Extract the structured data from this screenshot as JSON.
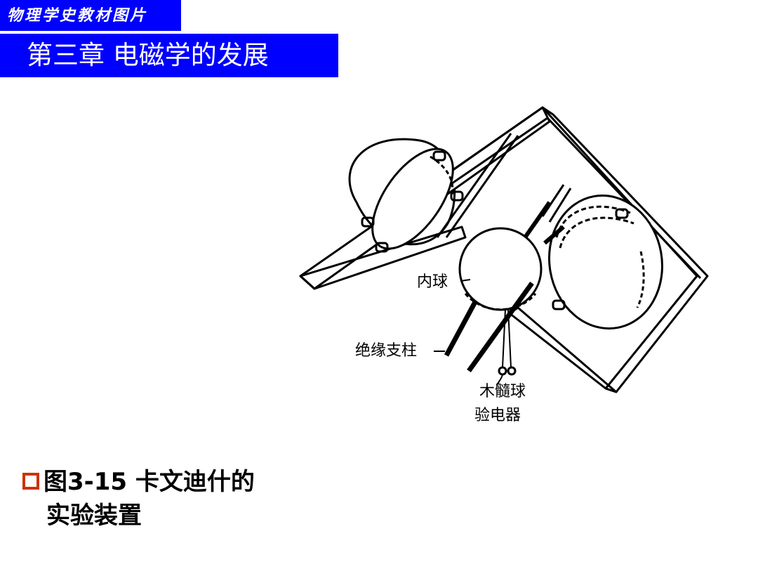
{
  "header": {
    "series_tag": "物理学史教材图片",
    "chapter_title": "第三章 电磁学的发展"
  },
  "figure": {
    "labels": {
      "inner_sphere": "内球",
      "insulating_post": "绝缘支柱",
      "pith_ball_line1": "木髓球",
      "pith_ball_line2": "验电器"
    }
  },
  "caption": {
    "line1": "图3-15 卡文迪什的",
    "line2": "实验装置"
  },
  "colors": {
    "header_bg": "#0000ff",
    "header_text": "#ffffff",
    "bullet": "#cc3300"
  }
}
